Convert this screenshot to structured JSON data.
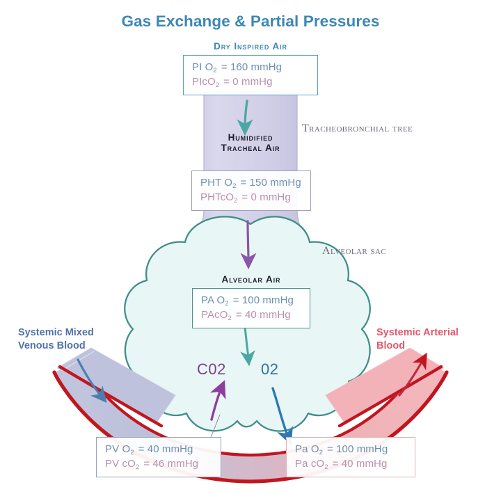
{
  "title": "Gas Exchange & Partial Pressures",
  "colors": {
    "title": "#3d87b5",
    "vessel_outline": "#c1161f",
    "venous_fill": "#b9bed8",
    "arterial_fill": "#f0aeb4",
    "alveolus_outline": "#3f8e88",
    "alveolus_fill": "#e8f7f5",
    "trachea_fill": "#cdcae4",
    "o2_text": "#6c8fb0",
    "co2_text": "#b98fae",
    "co2_arrow": "#8e3f9e",
    "o2_arrow": "#2f77b8",
    "venous_label": "#5472a8",
    "arterial_label": "#e0586f"
  },
  "sections": {
    "inspired": {
      "caption": "Dry Inspired Air",
      "rows": [
        {
          "label": "PI O",
          "sub": "2",
          "value": "= 160 mmHg",
          "kind": "o2"
        },
        {
          "label": "PIcO",
          "sub": "2",
          "value": "= 0 mmHg",
          "kind": "co2"
        }
      ]
    },
    "trachea": {
      "caption_line1": "Humidified",
      "caption_line2": "Tracheal Air",
      "annotation": "Tracheobronchial tree",
      "rows": [
        {
          "label": "PHT O",
          "sub": "2",
          "value": "= 150 mmHg",
          "kind": "o2"
        },
        {
          "label": "PHTcO",
          "sub": "2",
          "value": "= 0 mmHg",
          "kind": "co2"
        }
      ]
    },
    "alveolus": {
      "caption": "Alveolar Air",
      "annotation": "Alveolar sac",
      "rows": [
        {
          "label": "PA O",
          "sub": "2",
          "value": "= 100 mmHg",
          "kind": "o2"
        },
        {
          "label": "PAcO",
          "sub": "2",
          "value": "= 40 mmHg",
          "kind": "co2"
        }
      ],
      "gas_co2": "C02",
      "gas_o2": "02"
    },
    "venous": {
      "label_line1": "Systemic Mixed",
      "label_line2": "Venous Blood",
      "rows": [
        {
          "label": "PV O",
          "sub": "2",
          "value": "= 40 mmHg",
          "kind": "o2"
        },
        {
          "label": "PV cO",
          "sub": "2",
          "value": "= 46 mmHg",
          "kind": "co2"
        }
      ]
    },
    "arterial": {
      "label_line1": "Systemic Arterial",
      "label_line2": "Blood",
      "rows": [
        {
          "label": "Pa O",
          "sub": "2",
          "value": "= 100 mmHg",
          "kind": "o2"
        },
        {
          "label": "Pa cO",
          "sub": "2",
          "value": "= 40 mmHg",
          "kind": "co2"
        }
      ]
    }
  }
}
